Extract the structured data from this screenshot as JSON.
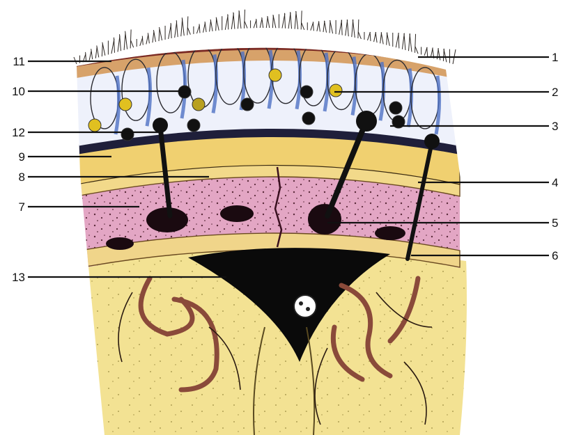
{
  "callouts": [
    {
      "id": "1",
      "text": "1"
    },
    {
      "id": "2",
      "text": "2"
    },
    {
      "id": "3",
      "text": "3"
    },
    {
      "id": "4",
      "text": "4"
    },
    {
      "id": "5",
      "text": "5"
    },
    {
      "id": "6",
      "text": "6"
    },
    {
      "id": "7",
      "text": "7"
    },
    {
      "id": "8",
      "text": "8"
    },
    {
      "id": "9",
      "text": "9"
    },
    {
      "id": "10",
      "text": "10"
    },
    {
      "id": "11",
      "text": "11"
    },
    {
      "id": "12",
      "text": "12"
    },
    {
      "id": "13",
      "text": "13"
    }
  ],
  "colors": {
    "hair": "#2a2420",
    "epidermis": "#8a3a2a",
    "dermis": "#d9a36a",
    "subcutaneous": "#ffffff",
    "connective_blue": "#4f72c4",
    "galea": "#1f1f3a",
    "periosteum": "#e7c865",
    "diploe": "#d98fb3",
    "sinus": "#0a0a0a",
    "brain": "#f2e18a",
    "brain_vessels": "#8a4a3a"
  }
}
